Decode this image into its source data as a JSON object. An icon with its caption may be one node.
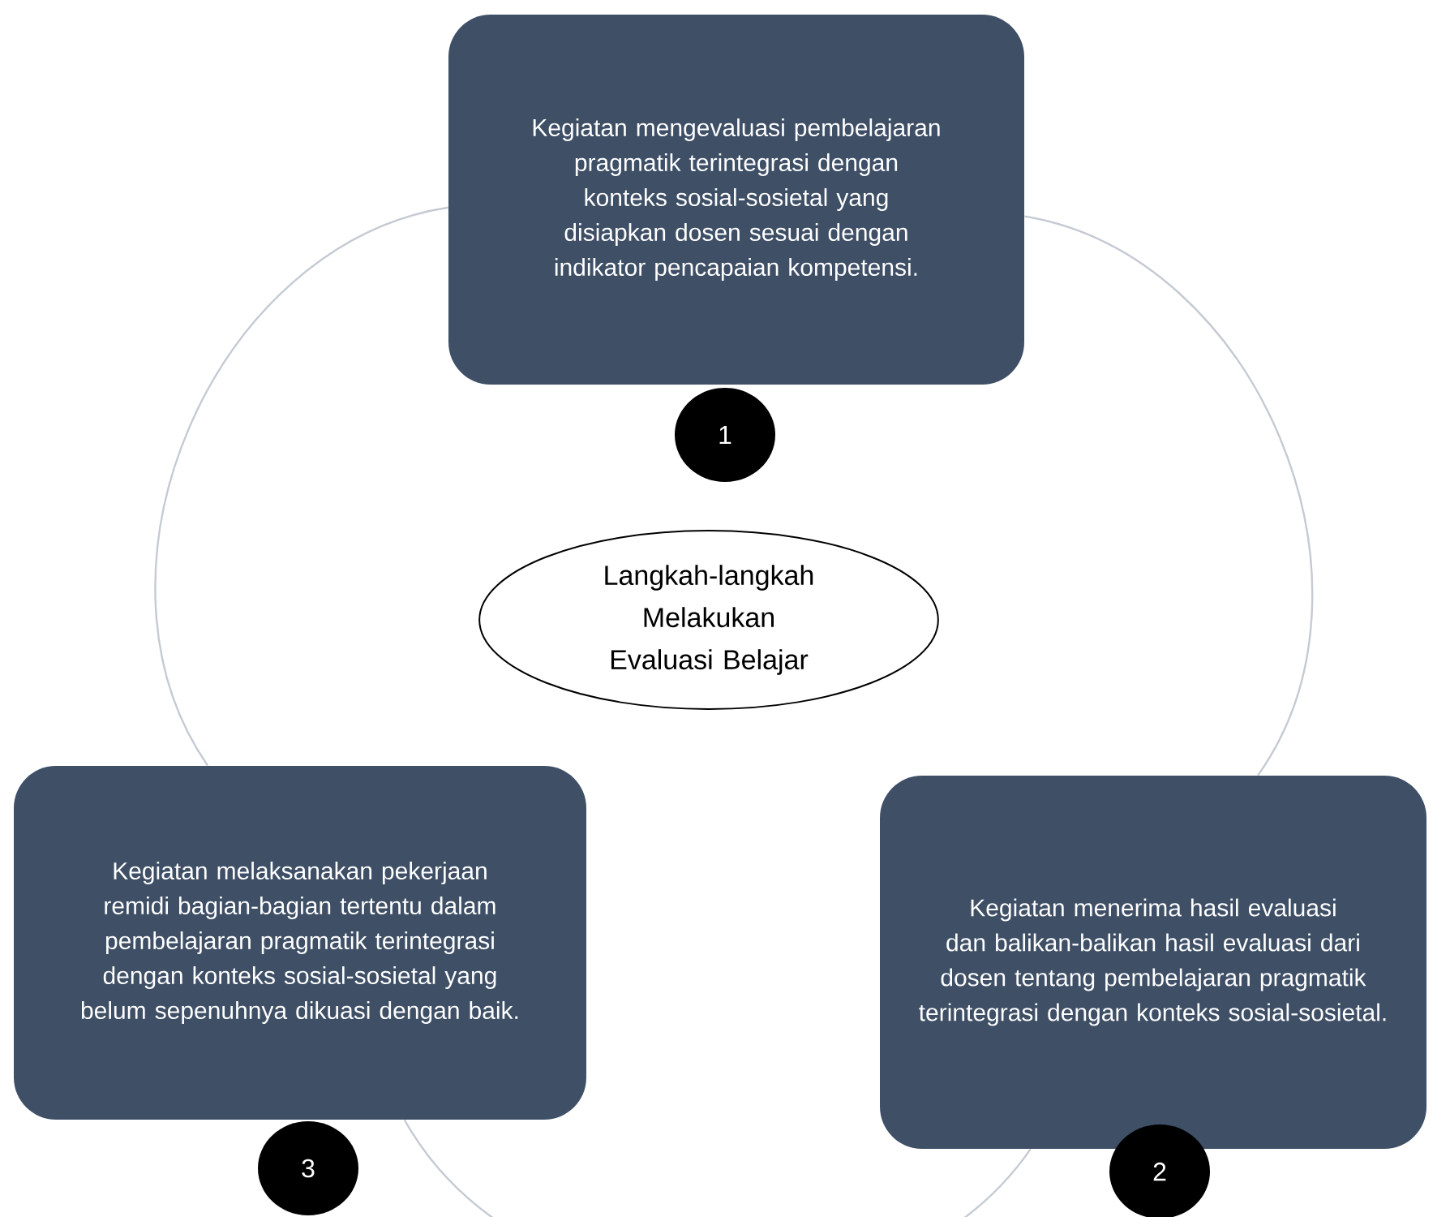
{
  "diagram": {
    "nodes": [
      {
        "text": [
          "Kegiatan mengevaluasi pembelajaran pragmatik terintegrasi dengan konteks sosial-sosietal yang disiapkan dosen sesuai dengan indikator pencapaian kompetensi."
        ]
      },
      {
        "text": [
          "1"
        ]
      },
      {
        "text": [
          "Langkah-langkah Melakukan Evaluasi Belajar"
        ]
      },
      {
        "text": [
          "Kegiatan melaksanakan pekerjaan remidi bagian-bagian tertentu dalam pembelajaran pragmatik terintegrasi dengan konteks sosial-sosietal yang belum sepenuhnya dikuasi dengan baik."
        ]
      },
      {
        "text": [
          "3"
        ]
      },
      {
        "text": [
          "Kegiatan menerima hasil evaluasi dan balikan-balikan hasil evaluasi dari dosen tentang pembelajaran pragmatik terintegrasi dengan konteks sosial-sosietal."
        ]
      },
      {
        "text": [
          "2"
        ]
      }
    ],
    "edges": [
      {
        "from": 0,
        "to": 5,
        "arrow": "none"
      },
      {
        "from": 5,
        "to": 3,
        "arrow": "none"
      },
      {
        "from": 3,
        "to": 0,
        "arrow": "none"
      }
    ]
  }
}
